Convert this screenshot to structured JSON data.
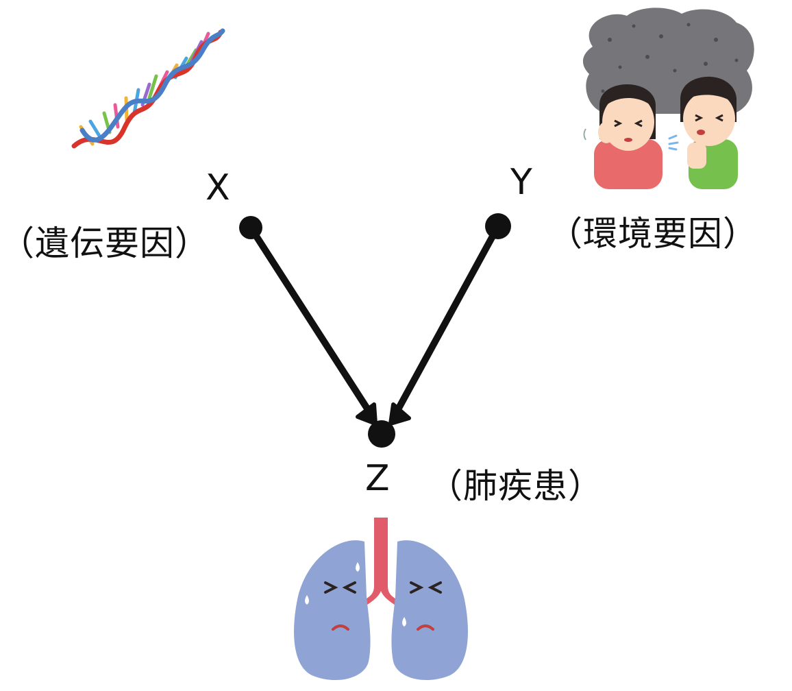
{
  "nodes": {
    "x": {
      "label": "X",
      "caption": "（遺伝要因）"
    },
    "y": {
      "label": "Y",
      "caption": "（環境要因）"
    },
    "z": {
      "label": "Z",
      "caption": "（肺疾患）"
    }
  },
  "edges": [
    {
      "from": "X",
      "to": "Z"
    },
    {
      "from": "Y",
      "to": "Z"
    }
  ],
  "illustrations": {
    "dna": "dna-helix-icon",
    "smog": "smog-people-icon",
    "lungs": "sick-lungs-icon"
  },
  "colors": {
    "ink": "#111111",
    "smog": "#76757a",
    "lung": "#8fa3d4",
    "trachea": "#e15c6a",
    "dna_red": "#d9342b"
  }
}
